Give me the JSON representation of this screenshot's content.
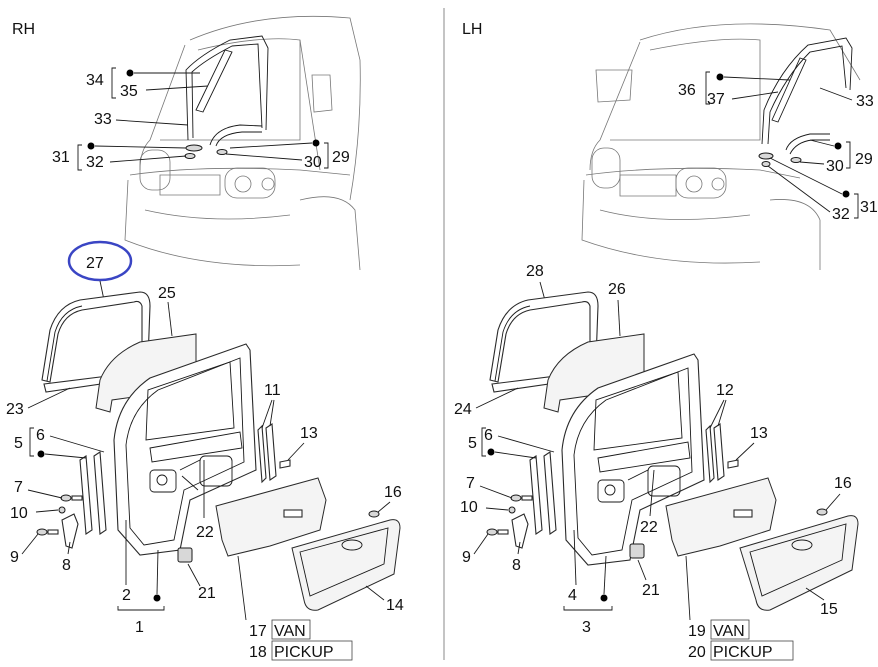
{
  "rh": {
    "title": "RH",
    "labels": {
      "l34": "34",
      "l35": "35",
      "l33": "33",
      "l31": "31",
      "l32": "32",
      "l30": "30",
      "l29": "29",
      "l27": "27",
      "l25": "25",
      "l23": "23",
      "l5": "5",
      "l6": "6",
      "l11": "11",
      "l13": "13",
      "l7": "7",
      "l10": "10",
      "l9": "9",
      "l8": "8",
      "l22": "22",
      "l16": "16",
      "l2": "2",
      "l21": "21",
      "l14": "14",
      "l1": "1",
      "l17": "17",
      "l18": "18",
      "van": "VAN",
      "pickup": "PICKUP"
    }
  },
  "lh": {
    "title": "LH",
    "labels": {
      "l36": "36",
      "l37": "37",
      "l33": "33",
      "l29": "29",
      "l30": "30",
      "l32": "32",
      "l31": "31",
      "l28": "28",
      "l26": "26",
      "l24": "24",
      "l5": "5",
      "l6": "6",
      "l12": "12",
      "l13": "13",
      "l7": "7",
      "l10": "10",
      "l9": "9",
      "l8": "8",
      "l22": "22",
      "l16": "16",
      "l4": "4",
      "l21": "21",
      "l15": "15",
      "l3": "3",
      "l19": "19",
      "l20": "20",
      "van": "VAN",
      "pickup": "PICKUP"
    }
  },
  "highlight": {
    "color": "#3a45c4"
  },
  "colors": {
    "line": "#1a1a1a",
    "sketch": "#777777"
  }
}
